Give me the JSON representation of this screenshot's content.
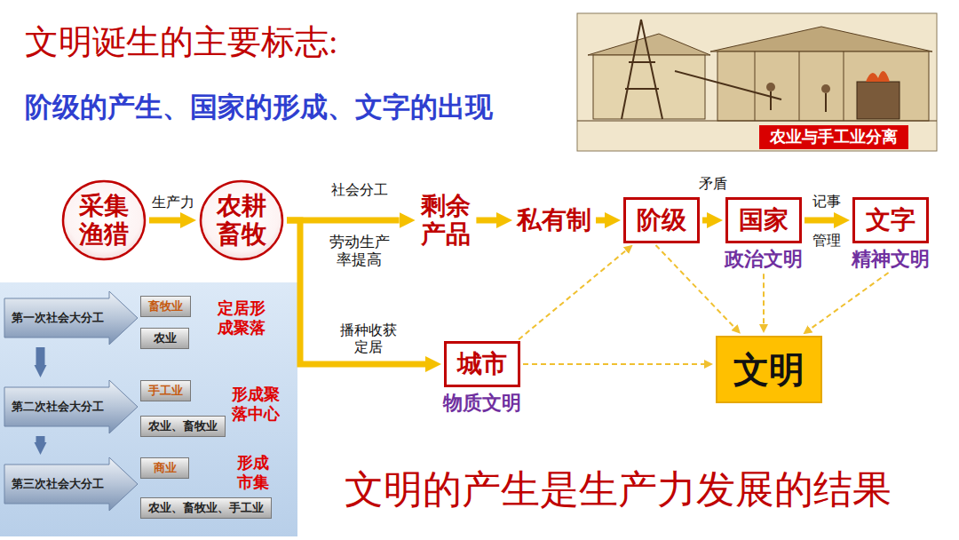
{
  "diagram": {
    "title": "文明诞生的主要标志:",
    "caption": "文明的产生是生产力发展的结果",
    "nodes": [
      {
        "text": [
          "采集渔猎"
        ]
      },
      {
        "text": [
          "农耕畜牧"
        ]
      },
      {
        "text": [
          "剩余产品"
        ]
      },
      {
        "text": [
          "私有制"
        ]
      },
      {
        "text": [
          "阶级"
        ]
      },
      {
        "text": [
          "国家",
          "政治文明"
        ]
      },
      {
        "text": [
          "文字",
          "精神文明"
        ]
      },
      {
        "text": [
          "城市",
          "物质文明"
        ]
      },
      {
        "text": [
          "文明"
        ]
      },
      {
        "text": [
          "第一次社会大分工"
        ]
      },
      {
        "text": [
          "畜牧业"
        ]
      },
      {
        "text": [
          "农业"
        ]
      },
      {
        "text": [
          "第二次社会大分工"
        ]
      },
      {
        "text": [
          "手工业"
        ]
      },
      {
        "text": [
          "农业、畜牧业"
        ]
      },
      {
        "text": [
          "第三次社会大分工"
        ]
      },
      {
        "text": [
          "商业"
        ]
      },
      {
        "text": [
          "农业、畜牧业、手工业"
        ]
      }
    ],
    "edges": [
      {
        "from": 0,
        "to": 1,
        "label": "生产力",
        "arrow": "to"
      },
      {
        "from": 1,
        "to": 2,
        "label": "社会分工",
        "arrow": "to"
      },
      {
        "from": 1,
        "to": 7,
        "label": "播种收获定居",
        "arrow": "to"
      },
      {
        "from": 2,
        "to": 3,
        "arrow": "to"
      },
      {
        "from": 3,
        "to": 4,
        "arrow": "to"
      },
      {
        "from": 4,
        "to": 5,
        "label": "矛盾",
        "arrow": "to"
      },
      {
        "from": 5,
        "to": 6,
        "label": "记事",
        "arrow": "to"
      },
      {
        "from": 7,
        "to": 4,
        "arrow": "to"
      },
      {
        "from": 7,
        "to": 8,
        "arrow": "to"
      },
      {
        "from": 4,
        "to": 8,
        "arrow": "to"
      },
      {
        "from": 5,
        "to": 8,
        "arrow": "to"
      },
      {
        "from": 6,
        "to": 8,
        "arrow": "to"
      },
      {
        "from": 9,
        "to": 12,
        "arrow": "to"
      },
      {
        "from": 12,
        "to": 15,
        "arrow": "to"
      }
    ],
    "labels": [
      "阶级的产生、国家的形成、文字的出现",
      "农业与手工业分离",
      "劳动生产率提高",
      "管理",
      "定居形成聚落",
      "形成聚落中心",
      "形成市集"
    ]
  }
}
